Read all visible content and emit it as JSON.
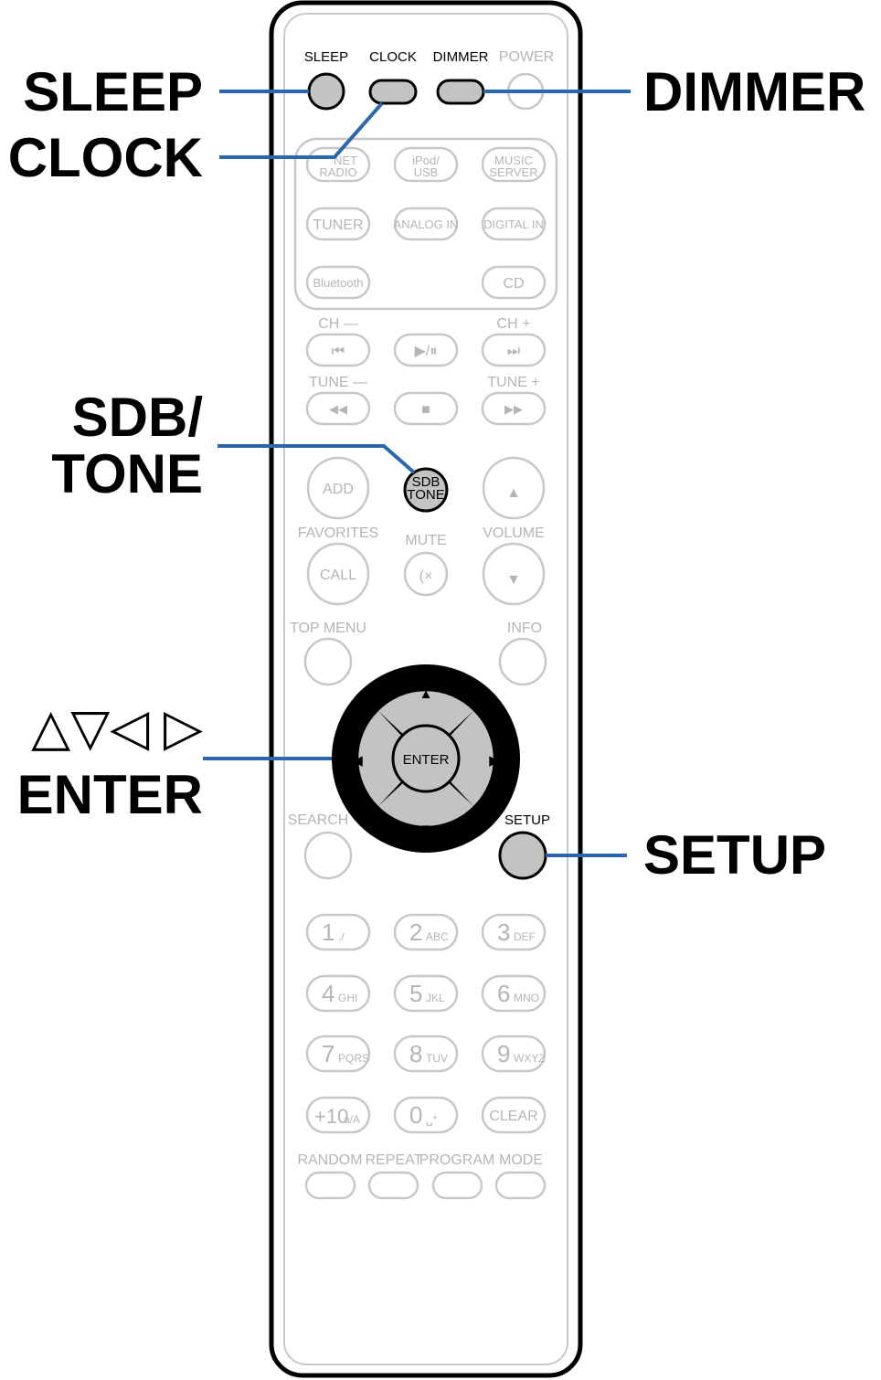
{
  "callouts": {
    "sleep": "SLEEP",
    "clock": "CLOCK",
    "dimmer": "DIMMER",
    "sdb_line1": "SDB/",
    "sdb_line2": "TONE",
    "arrows": "△▽◁ ▷",
    "enter": "ENTER",
    "setup": "SETUP"
  },
  "remote": {
    "top_row": [
      "SLEEP",
      "CLOCK",
      "DIMMER",
      "POWER"
    ],
    "source": {
      "internet_radio_1": "NET",
      "internet_radio_2": "RADIO",
      "ipod_1": "iPod/",
      "ipod_2": "USB",
      "music_server_1": "MUSIC",
      "music_server_2": "SERVER",
      "tuner": "TUNER",
      "analog_in": "ANALOG IN",
      "digital_in": "DIGITAL IN",
      "bluetooth": "Bluetooth",
      "cd": "CD"
    },
    "ch_minus": "CH —",
    "ch_plus": "CH +",
    "tune_minus": "TUNE —",
    "tune_plus": "TUNE +",
    "transport": {
      "prev": "⏮",
      "play_pause": "▶/⏸",
      "next": "⏭",
      "rewind": "◀◀",
      "stop": "■",
      "forward": "▶▶"
    },
    "add": "ADD",
    "sdb_1": "SDB",
    "sdb_2": "TONE",
    "volume_up": "▲",
    "favorites": "FAVORITES",
    "mute": "MUTE",
    "volume": "VOLUME",
    "call": "CALL",
    "mute_icon": "(×",
    "volume_down": "▼",
    "top_menu": "TOP MENU",
    "info": "INFO",
    "cursor_up": "▲",
    "cursor_down": "▼",
    "cursor_left": "◀",
    "cursor_right": "▶",
    "enter": "ENTER",
    "search": "SEARCH",
    "setup": "SETUP",
    "keypad": [
      {
        "d": "1",
        "s": "./"
      },
      {
        "d": "2",
        "s": "ABC"
      },
      {
        "d": "3",
        "s": "DEF"
      },
      {
        "d": "4",
        "s": "GHI"
      },
      {
        "d": "5",
        "s": "JKL"
      },
      {
        "d": "6",
        "s": "MNO"
      },
      {
        "d": "7",
        "s": "PQRS"
      },
      {
        "d": "8",
        "s": "TUV"
      },
      {
        "d": "9",
        "s": "WXYZ"
      },
      {
        "d": "+10",
        "s": "a/A"
      },
      {
        "d": "0",
        "s": "␣*"
      },
      {
        "d": "CLEAR",
        "s": ""
      }
    ],
    "bottom_row": [
      "RANDOM",
      "REPEAT",
      "PROGRAM",
      "MODE"
    ]
  },
  "colors": {
    "callout_line": "#2a67ad",
    "highlight_fill": "#c3c3c3",
    "faded": "#c8c8c8"
  }
}
